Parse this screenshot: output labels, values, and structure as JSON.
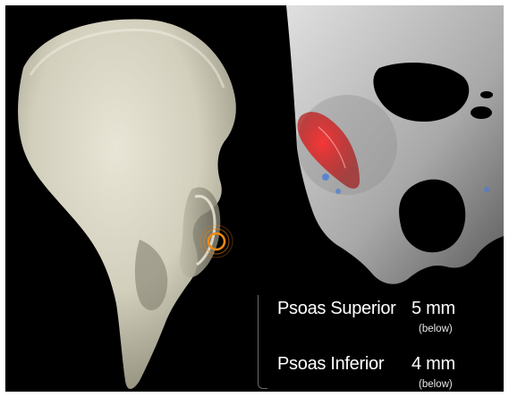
{
  "images": {
    "left": "hip-bone-3d-render",
    "right": "pelvis-surface-scan-with-red-overlay",
    "marker_icon": "target-ring-icon"
  },
  "colors": {
    "bone": "#d9d6c6",
    "scan": "#c9c9c9",
    "overlay": "#e01a1a",
    "marker": "#e8820c",
    "background": "#000000"
  },
  "measurements": [
    {
      "label": "Psoas Superior",
      "value": "5 mm",
      "qualifier": "(below)"
    },
    {
      "label": "Psoas Inferior",
      "value": "4 mm",
      "qualifier": "(below)"
    }
  ]
}
